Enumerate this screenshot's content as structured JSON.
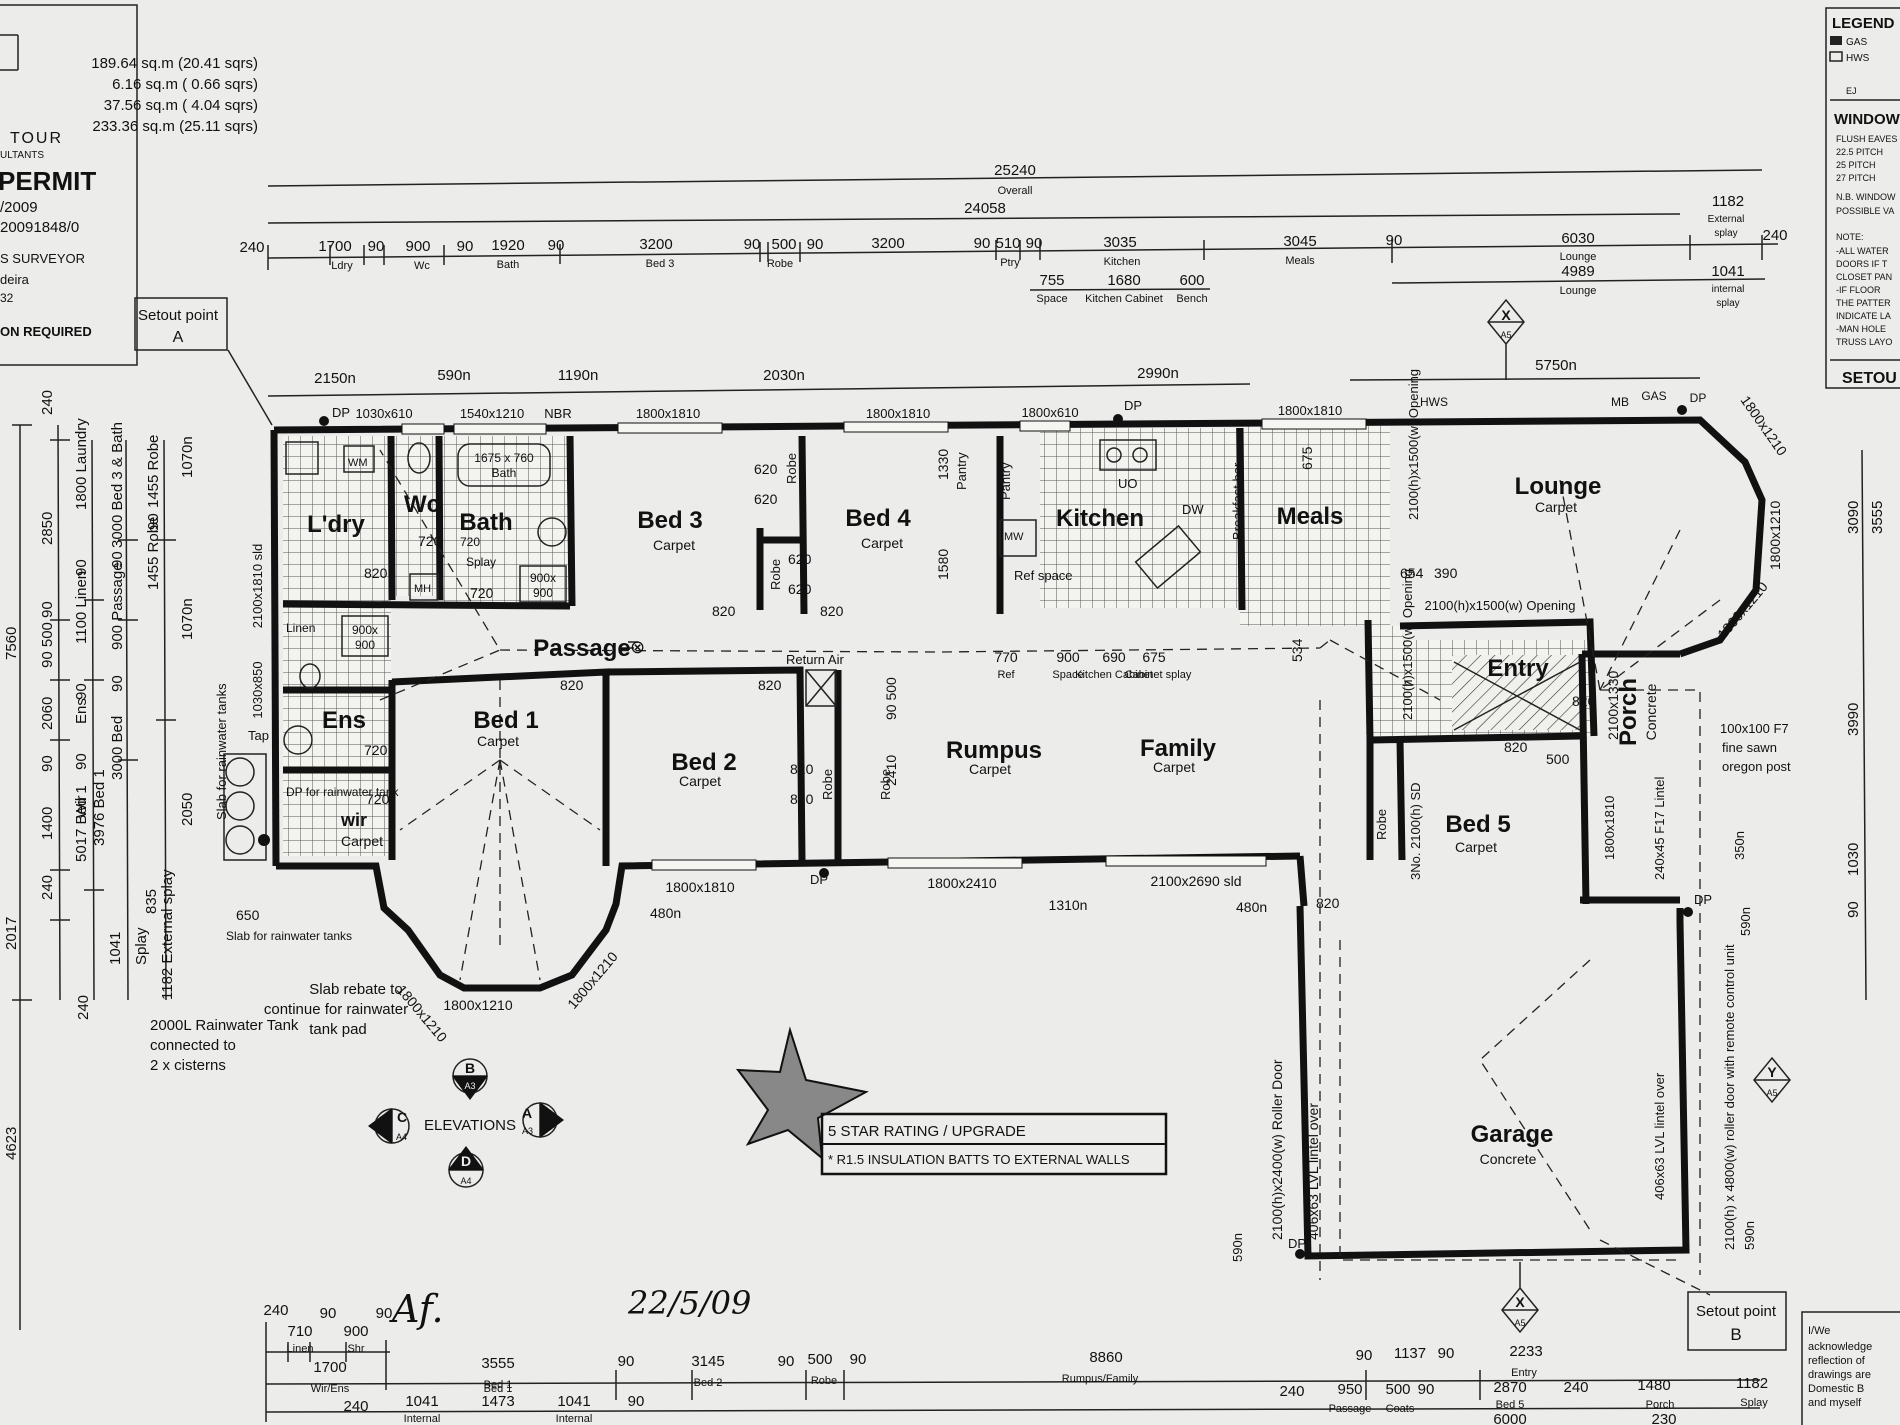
{
  "title_block": {
    "areas": [
      "189.64 sq.m (20.41 sqrs)",
      "6.16 sq.m ( 0.66 sqrs)",
      "37.56 sq.m ( 4.04 sqrs)",
      "233.36 sq.m (25.11 sqrs)"
    ],
    "company_line1": "TOUR",
    "company_line2": "ULTANTS",
    "permit_title": "PERMIT",
    "permit_date": "/2009",
    "permit_number": "20091848/0",
    "surveyor": "S SURVEYOR",
    "location": "deira",
    "code": "32",
    "notice": "ON REQUIRED"
  },
  "setout_a": {
    "line1": "Setout point",
    "line2": "A"
  },
  "setout_b": {
    "line1": "Setout point",
    "line2": "B"
  },
  "legend": {
    "title": "LEGEND",
    "items": [
      "GAS",
      "HWS",
      "EJ"
    ],
    "window_title": "WINDOW",
    "window_lines": [
      "FLUSH EAVES",
      "22.5 PITCH",
      "25 PITCH",
      "27 PITCH",
      "N.B. WINDOW",
      "POSSIBLE VA"
    ],
    "note_lines": [
      "NOTE:",
      "-ALL WATER",
      "DOORS IF T",
      "CLOSET PAN",
      "-IF FLOOR",
      "THE PATTER",
      "INDICATE LA",
      "-MAN HOLE",
      "TRUSS LAYO"
    ],
    "setout_label": "SETOU"
  },
  "overall_dims": {
    "overall": "25240",
    "overall_label": "Overall",
    "inner": "24058",
    "segments": [
      {
        "v": "240"
      },
      {
        "v": "1700",
        "l": "Ldry"
      },
      {
        "v": "90"
      },
      {
        "v": "900",
        "l": "Wc"
      },
      {
        "v": "90"
      },
      {
        "v": "1920",
        "l": "Bath"
      },
      {
        "v": "90"
      },
      {
        "v": "3200",
        "l": "Bed 3"
      },
      {
        "v": "90"
      },
      {
        "v": "500",
        "l": "Robe"
      },
      {
        "v": "90"
      },
      {
        "v": "3200"
      },
      {
        "v": "90"
      },
      {
        "v": "510",
        "l": "Ptry"
      },
      {
        "v": "90"
      },
      {
        "v": "3035",
        "l": "Kitchen"
      },
      {
        "v": "3045",
        "l": "Meals"
      },
      {
        "v": "90"
      },
      {
        "v": "6030",
        "l": "Lounge"
      },
      {
        "v": "240"
      }
    ],
    "kitchen_sub": [
      {
        "v": "755",
        "l": "Space"
      },
      {
        "v": "1680",
        "l": "Kitchen Cabinet"
      },
      {
        "v": "600",
        "l": "Bench"
      }
    ],
    "lounge_inner": {
      "v": "4989",
      "l": "Lounge"
    },
    "external_splay": {
      "v": "1182",
      "l": "External splay"
    },
    "internal_splay": {
      "v": "1041",
      "l": "Internal splay"
    }
  },
  "window_dims": {
    "top": [
      "2150n",
      "590n",
      "1190n",
      "2030n",
      "2990n",
      "5750n"
    ],
    "windows": [
      "DP",
      "1030x610",
      "1540x1210",
      "NBR",
      "1800x1810",
      "1800x1810",
      "1800x610",
      "DP",
      "1800x1810",
      "HWS",
      "MB",
      "GAS",
      "DP"
    ]
  },
  "rooms": [
    {
      "name": "L'dry"
    },
    {
      "name": "Wc"
    },
    {
      "name": "Bath"
    },
    {
      "name": "Bed 3",
      "sub": "Carpet"
    },
    {
      "name": "Bed 4",
      "sub": "Carpet"
    },
    {
      "name": "Kitchen"
    },
    {
      "name": "Meals"
    },
    {
      "name": "Lounge",
      "sub": "Carpet"
    },
    {
      "name": "Passage"
    },
    {
      "name": "Ens"
    },
    {
      "name": "Bed 1",
      "sub": "Carpet"
    },
    {
      "name": "Bed 2",
      "sub": "Carpet"
    },
    {
      "name": "Rumpus",
      "sub": "Carpet"
    },
    {
      "name": "Family",
      "sub": "Carpet"
    },
    {
      "name": "Entry"
    },
    {
      "name": "Porch",
      "sub": "Concrete"
    },
    {
      "name": "Bed 5",
      "sub": "Carpet"
    },
    {
      "name": "Garage",
      "sub": "Concrete"
    },
    {
      "name": "wir",
      "sub": "Carpet"
    }
  ],
  "labels": {
    "wm": "WM",
    "linen": "Linen",
    "mh": "MH",
    "bath_size": "1675 x 760",
    "bath_word": "Bath",
    "shower": "900x 900",
    "shower2": "900x 900",
    "splay": "Splay",
    "tap": "Tap",
    "uo": "UO",
    "dw": "DW",
    "pantry": "Pantry",
    "ref_space": "Ref space",
    "breakfast_bar": "Breakfast bar",
    "return_air": "Return Air",
    "robe": "Robe",
    "rumpus_dims": [
      "770",
      "900",
      "690",
      "675"
    ],
    "rumpus_dims_l": [
      "Ref",
      "Space",
      "Kitchen Cabinet",
      "Cabinet splay"
    ],
    "lounge_opening": "2100(h)x1500(w) Opening",
    "lounge_opening2": "2100(h)x1500(w) Opening",
    "entry_opening": "2100(h)x1500(w) Opening",
    "porch_dim": "2100x1330",
    "post": [
      "100x100 F7",
      "fine sawn",
      "oregon post"
    ],
    "lintel": "240x45 F17 Lintel",
    "window_1810": "1800x1810",
    "bed5_sd": "3No. 2100(h) SD",
    "garage_door_l": "2100(h)x2400(w) Roller Door",
    "garage_lintel_l": "406x63 LVL lintel over",
    "garage_door_r": "2100(h) x 4800(w) roller door with remote control unit",
    "garage_lintel_r": "406x63 LVL lintel over",
    "doors": [
      "820",
      "820",
      "820",
      "820",
      "820",
      "820",
      "820",
      "820",
      "720",
      "720",
      "720",
      "720",
      "820",
      "500",
      "820"
    ],
    "robe_dims": [
      "620",
      "620",
      "620",
      "620",
      "820",
      "820"
    ],
    "south_windows": [
      "1800x1810",
      "1800x2410",
      "2100x2690 sld",
      "1310n",
      "480n",
      "480n"
    ],
    "bay_windows": [
      "1800x1210",
      "1800x1210",
      "1800x1210"
    ],
    "lounge_bay": [
      "1800x1210",
      "1800x1210",
      "1800x1210"
    ],
    "ldry_window": "2100x1810 sld",
    "ens_window": "1030x850",
    "wir_dp": "DP for rainwater tank",
    "slab_label": "Slab for rainwater tanks",
    "slab_650": "650",
    "slab_for": "Slab for rainwater tanks",
    "rainwater": [
      "2000L Rainwater Tank",
      "connected to",
      "2 x cisterns"
    ],
    "slab_rebate": [
      "Slab rebate to",
      "continue for rainwater",
      "tank pad"
    ],
    "dim_2410": "2410",
    "dim_90500": "90 500",
    "dim_1330": "1330",
    "dim_1580": "1580",
    "dim_90": "90",
    "dim_534": "534",
    "dim_675": "675",
    "dim_654": "654",
    "dim_390": "390",
    "dim_350n": "350n",
    "dim_590n": "590n",
    "dim_590n_b": "590n",
    "dim_590n_c": "590n",
    "dp_labels": [
      "DP",
      "DP",
      "DP",
      "DP"
    ]
  },
  "left_dims": {
    "outer": [
      "240",
      "7560",
      "2017",
      "240",
      "4623"
    ],
    "inner": [
      "2850",
      "90 500 90",
      "2060",
      "90",
      "1400",
      "240",
      "1041"
    ],
    "rooms": [
      "1800 Laundry",
      "90",
      "1100 Linen",
      "90",
      "Ens",
      "90",
      "Wir",
      "5017 Bed 1",
      "Splay"
    ],
    "col4": [
      "3000 Bed 3 & Bath",
      "90",
      "900 Passage",
      "90",
      "3000 Bed",
      "3976 Bed 1",
      "835"
    ],
    "col5": [
      "1455 Robe",
      "90",
      "1455 Robe",
      "1070n",
      "1070n",
      "2050",
      "1182 External splay"
    ]
  },
  "right_dims": [
    "3090",
    "3555",
    "3990",
    "1030",
    "90"
  ],
  "elevations": {
    "label": "ELEVATIONS",
    "markers": [
      {
        "l": "B",
        "s": "A3"
      },
      {
        "l": "C",
        "s": "A4"
      },
      {
        "l": "A",
        "s": "A3"
      },
      {
        "l": "D",
        "s": "A4"
      }
    ]
  },
  "section_markers": [
    {
      "l": "X",
      "s": "A5"
    },
    {
      "l": "X",
      "s": "A5"
    },
    {
      "l": "Y",
      "s": "A5"
    }
  ],
  "star_box": {
    "line1": "5 STAR RATING / UPGRADE",
    "line2": "* R1.5 INSULATION BATTS TO EXTERNAL WALLS"
  },
  "bottom_dims": {
    "row1": [
      "240",
      "710",
      "90",
      "900",
      "90"
    ],
    "row1_labels": [
      "Linen",
      "Shr"
    ],
    "row2": [
      "1700",
      "3555",
      "90",
      "3145",
      "90",
      "500",
      "90",
      "8860",
      "90",
      "1137",
      "90",
      "2233"
    ],
    "row2_labels": [
      "Wir/Ens",
      "Bed 1",
      "Bed 2",
      "Robe",
      "Rumpus/Family",
      "Entry"
    ],
    "row3": [
      "240",
      "1041",
      "1473",
      "1041",
      "90",
      "240",
      "950",
      "500",
      "90",
      "2870",
      "240",
      "1480",
      "1182"
    ],
    "row3_labels": [
      "Internal",
      "Bed 1",
      "Internal",
      "Passage",
      "Coats",
      "Bed 5",
      "Porch",
      "Splay"
    ],
    "row4": [
      "6000",
      "230"
    ]
  },
  "signature": {
    "initials": "Af.",
    "date": "22/5/09"
  },
  "ack": [
    "I/We",
    "acknowledge",
    "reflection of",
    "drawings are",
    "Domestic B",
    "and myself"
  ]
}
